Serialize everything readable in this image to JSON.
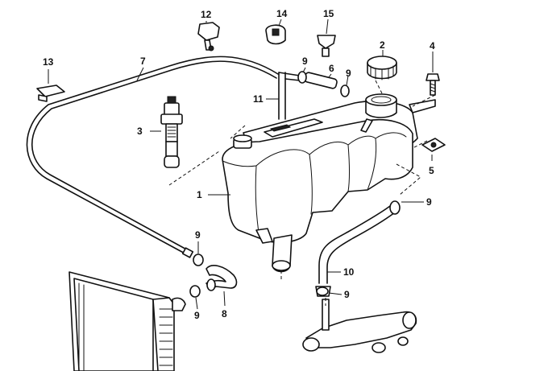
{
  "callouts": {
    "c1": "1",
    "c2": "2",
    "c3": "3",
    "c4": "4",
    "c5": "5",
    "c6": "6",
    "c7": "7",
    "c8": "8",
    "c9a": "9",
    "c9b": "9",
    "c9c": "9",
    "c9d": "9",
    "c9e": "9",
    "c9f": "9",
    "c10": "10",
    "c11": "11",
    "c12": "12",
    "c13": "13",
    "c14": "14",
    "c15": "15"
  }
}
